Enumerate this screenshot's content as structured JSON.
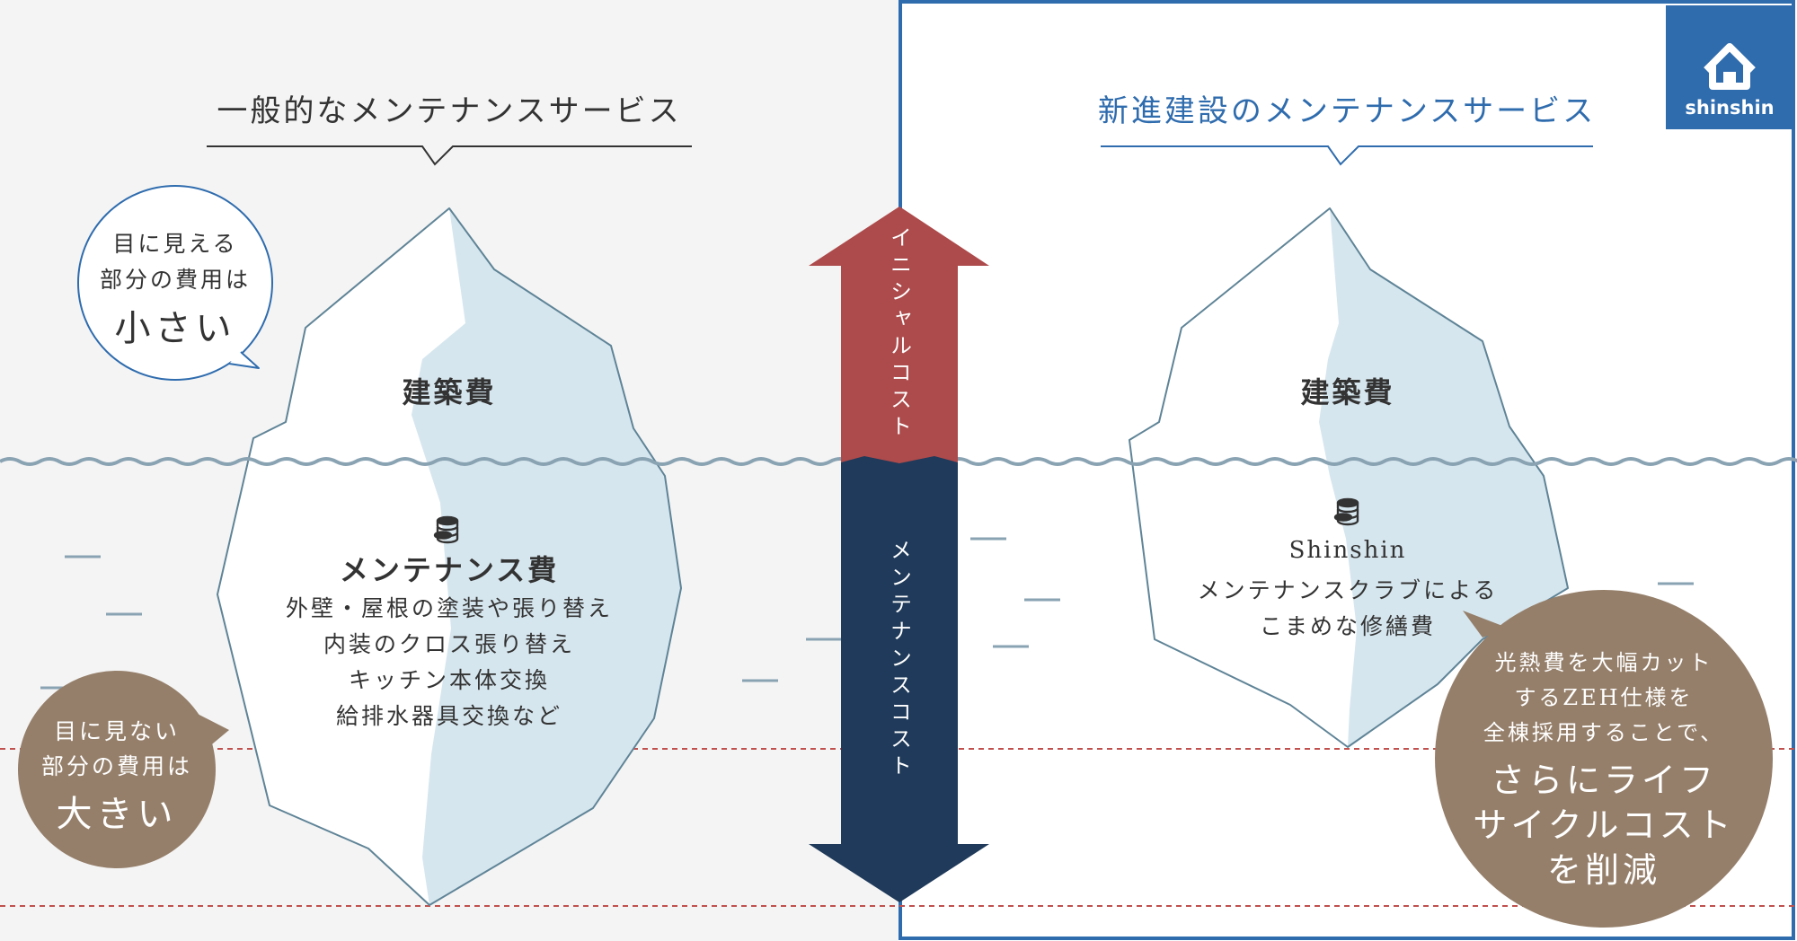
{
  "colors": {
    "left_bg": "#f4f4f4",
    "right_bg": "#ffffff",
    "brand_blue": "#2f6cae",
    "ice_shade": "#d6e6ee",
    "ice_stroke": "#5f8497",
    "wave": "#8aa3b3",
    "initial_red": "#ad4a4b",
    "maint_navy": "#1f3a5a",
    "brown": "#957f6a",
    "dashed_red": "#c0504d",
    "text_dark": "#333333"
  },
  "logo": {
    "icon": "house-icon",
    "text": "shinshin"
  },
  "left": {
    "title": "一般的なメンテナンスサービス",
    "bubble_visible": {
      "line1": "目に見える",
      "line2": "部分の費用は",
      "emph": "小さい"
    },
    "bubble_hidden": {
      "line1": "目に見ない",
      "line2": "部分の費用は",
      "emph": "大きい"
    },
    "above_label": "建築費",
    "coin_icon": "coins-icon",
    "below_title": "メンテナンス費",
    "below_items": [
      "外壁・屋根の塗装や張り替え",
      "内装のクロス張り替え",
      "キッチン本体交換",
      "給排水器具交換など"
    ]
  },
  "arrow": {
    "up_label": "イニシャルコスト",
    "down_label": "メンテナンスコスト"
  },
  "right": {
    "title": "新進建設のメンテナンスサービス",
    "above_label": "建築費",
    "coin_icon": "coins-icon",
    "below_lines": [
      "Shinshin",
      "メンテナンスクラブによる",
      "こまめな修繕費"
    ],
    "circle": {
      "lines": [
        "光熱費を大幅カット",
        "するZEH仕様を",
        "全棟採用することで、"
      ],
      "emph": [
        "さらにライフ",
        "サイクルコスト",
        "を削減"
      ]
    }
  }
}
